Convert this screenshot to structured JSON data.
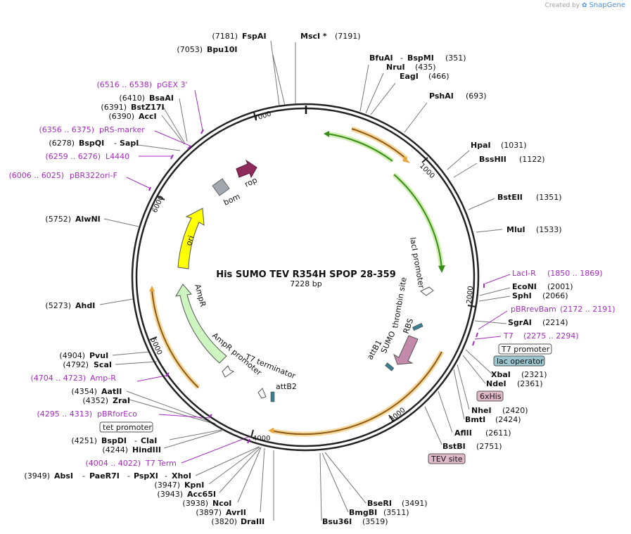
{
  "credit": {
    "prefix": "Created by",
    "brand": "SnapGene"
  },
  "plasmid": {
    "name": "His SUMO TEV R354H SPOP 28-359",
    "length": "7228 bp"
  },
  "ticks": [
    "1000",
    "2000",
    "3000",
    "4000",
    "5000",
    "6000",
    "7000"
  ],
  "sites": {
    "fspai": {
      "pos": "(7181)",
      "name": "FspAI"
    },
    "msci": {
      "pos": "(7191)",
      "name": "MscI *"
    },
    "bpu10i": {
      "pos": "(7053)",
      "name": "Bpu10I"
    },
    "bfuai": {
      "pos": "(351)",
      "name": "BfuAI",
      "name2": "BspMI"
    },
    "nrui": {
      "pos": "(435)",
      "name": "NruI"
    },
    "eagi": {
      "pos": "(466)",
      "name": "EagI"
    },
    "pshai": {
      "pos": "(693)",
      "name": "PshAI"
    },
    "hpai": {
      "pos": "(1031)",
      "name": "HpaI"
    },
    "bsshii": {
      "pos": "(1122)",
      "name": "BssHII"
    },
    "bsteii": {
      "pos": "(1351)",
      "name": "BstEII"
    },
    "mlui": {
      "pos": "(1533)",
      "name": "MluI"
    },
    "econi": {
      "pos": "(2001)",
      "name": "EcoNI"
    },
    "sphi": {
      "pos": "(2066)",
      "name": "SphI"
    },
    "sgrai": {
      "pos": "(2214)",
      "name": "SgrAI"
    },
    "xbai": {
      "pos": "(2321)",
      "name": "XbaI"
    },
    "ndei": {
      "pos": "(2361)",
      "name": "NdeI"
    },
    "nhei": {
      "pos": "(2420)",
      "name": "NheI"
    },
    "bmti": {
      "pos": "(2424)",
      "name": "BmtI"
    },
    "aflii": {
      "pos": "(2611)",
      "name": "AflII"
    },
    "bstbi": {
      "pos": "(2751)",
      "name": "BstBI"
    },
    "bseri": {
      "pos": "(3491)",
      "name": "BseRI"
    },
    "bmgbi": {
      "pos": "(3511)",
      "name": "BmgBI"
    },
    "bsu36i": {
      "pos": "(3519)",
      "name": "Bsu36I"
    },
    "draiii": {
      "pos": "(3820)",
      "name": "DraIII"
    },
    "avrii": {
      "pos": "(3897)",
      "name": "AvrII"
    },
    "ncoi": {
      "pos": "(3938)",
      "name": "NcoI"
    },
    "acc65i": {
      "pos": "(3943)",
      "name": "Acc65I"
    },
    "kpni": {
      "pos": "(3947)",
      "name": "KpnI"
    },
    "absi": {
      "pos": "(3949)",
      "name": "AbsI",
      "name2": "PaeR7I",
      "name3": "PspXI",
      "name4": "XhoI"
    },
    "hindiii": {
      "pos": "(4244)",
      "name": "HindIII"
    },
    "bspdi": {
      "pos": "(4251)",
      "name": "BspDI",
      "name2": "ClaI"
    },
    "zrai": {
      "pos": "(4352)",
      "name": "ZraI"
    },
    "aatii": {
      "pos": "(4354)",
      "name": "AatII"
    },
    "scai": {
      "pos": "(4792)",
      "name": "ScaI"
    },
    "pvui": {
      "pos": "(4904)",
      "name": "PvuI"
    },
    "ahdi": {
      "pos": "(5273)",
      "name": "AhdI"
    },
    "alwni": {
      "pos": "(5752)",
      "name": "AlwNI"
    },
    "bspqi": {
      "pos": "(6278)",
      "name": "BspQI",
      "name2": "SapI"
    },
    "acci": {
      "pos": "(6390)",
      "name": "AccI"
    },
    "bstz17i": {
      "pos": "(6391)",
      "name": "BstZ17I"
    },
    "bsaai": {
      "pos": "(6410)",
      "name": "BsaAI"
    }
  },
  "primers": {
    "pgex3": {
      "range": "(6516 .. 6538)",
      "name": "pGEX 3'"
    },
    "prsmarker": {
      "range": "(6356 .. 6375)",
      "name": "pRS-marker"
    },
    "l4440": {
      "range": "(6259 .. 6276)",
      "name": "L4440"
    },
    "pbr322orif": {
      "range": "(6006 .. 6025)",
      "name": "pBR322ori-F"
    },
    "lacir": {
      "name": "LacI-R",
      "range": "(1850 .. 1869)"
    },
    "pbrrevbam": {
      "name": "pBRrevBam",
      "range": "(2172 .. 2191)"
    },
    "t7": {
      "name": "T7",
      "range": "(2275 .. 2294)"
    },
    "ampr": {
      "range": "(4704 .. 4723)",
      "name": "Amp-R"
    },
    "pbrforeco": {
      "range": "(4295 .. 4313)",
      "name": "pBRforEco"
    },
    "t7term": {
      "range": "(4004 .. 4022)",
      "name": "T7 Term"
    }
  },
  "boxes": {
    "t7promoter": "T7 promoter",
    "lacoperator": "lac operator",
    "his6": "6xHis",
    "tevsite": "TEV site",
    "tetpromoter": "tet promoter"
  },
  "features": {
    "rop": "rop",
    "bom": "bom",
    "ori": "ori",
    "ampr": "AmpR",
    "amprpromoter": "AmpR promoter",
    "t7terminator": "T7 terminator",
    "attb2": "attB2",
    "attb1": "attB1",
    "sumo": "SUMO",
    "rbs": "RBS",
    "thrombin": "thrombin site",
    "laci": "lacI promoter"
  },
  "colors": {
    "backbone": "#222222",
    "orange_arc": "#e8a640",
    "green_arc": "#3a8c1a",
    "primer": "#a62bc3",
    "rop": "#8e2a5c",
    "bom": "#a0a7ae",
    "ori": "#ffff00",
    "ampr": "#ccf5c0",
    "sumo": "#c48aac",
    "box_green": "#d0f0c8",
    "box_blue": "#9cc7d0",
    "box_pink": "#e0b9c8"
  }
}
